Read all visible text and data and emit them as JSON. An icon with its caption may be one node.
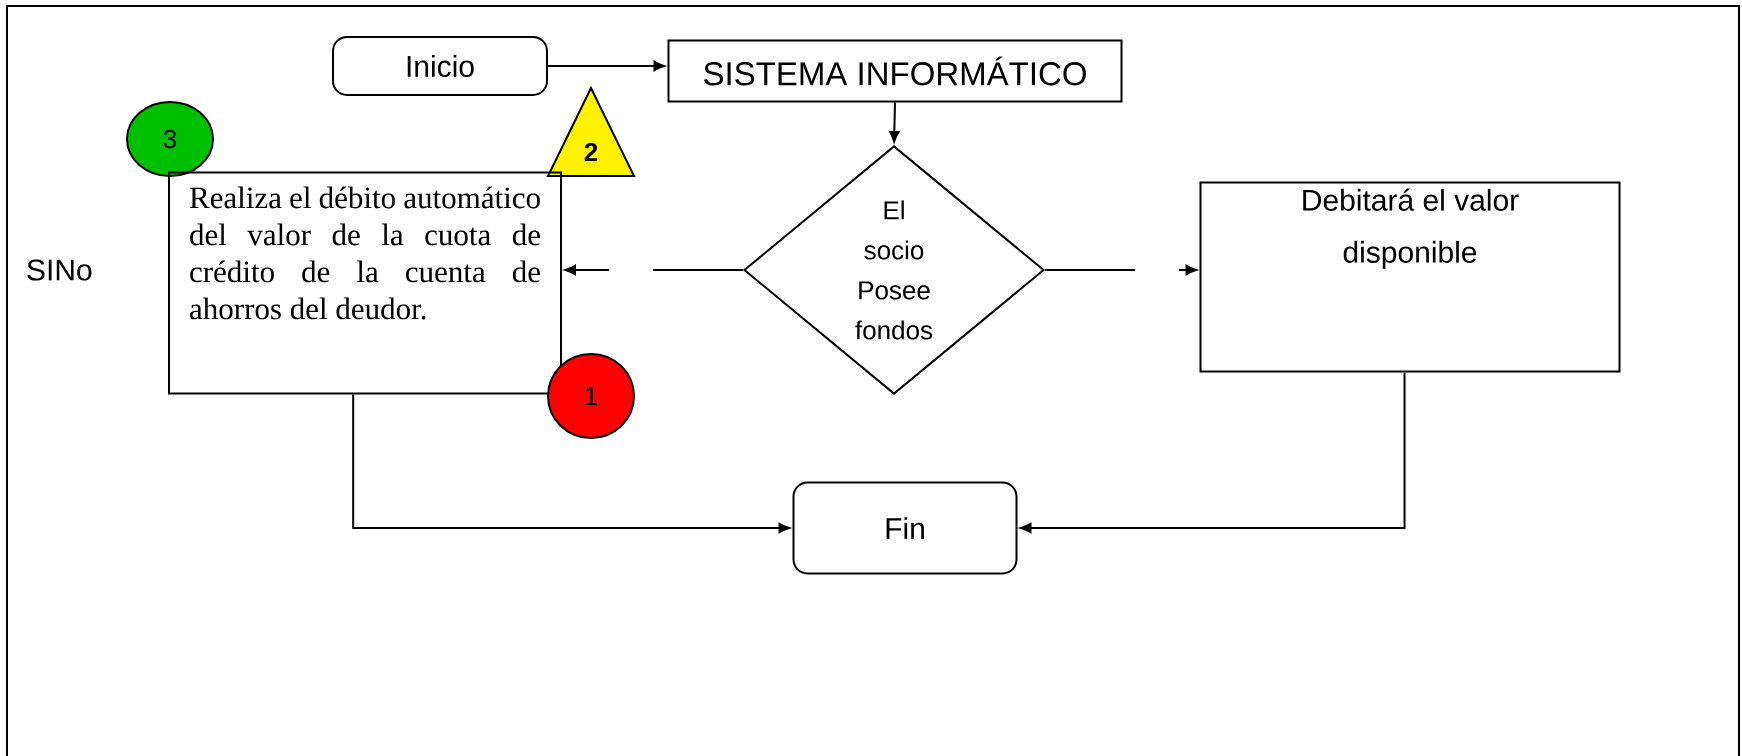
{
  "diagram": {
    "nodes": [
      {
        "text": [
          "Inicio"
        ]
      },
      {
        "text": [
          "SISTEMA INFORMÁTICO"
        ]
      },
      {
        "text": [
          "3"
        ]
      },
      {
        "text": [
          "2"
        ]
      },
      {
        "text": [
          "Realiza el débito automático del valor de la cuota de crédito de la cuenta de ahorros del deudor."
        ]
      },
      {
        "text": [
          "El socio Posee fondos"
        ]
      },
      {
        "text": [
          "Debitará el valor disponible"
        ]
      },
      {
        "text": [
          "1"
        ]
      },
      {
        "text": [
          "Fin"
        ]
      }
    ],
    "edges": [
      {
        "from": 0,
        "to": 1,
        "arrow": "to"
      },
      {
        "from": 1,
        "to": 5,
        "arrow": "to"
      },
      {
        "from": 5,
        "to": 4,
        "arrow": "to",
        "style": "dashed"
      },
      {
        "from": 5,
        "to": 6,
        "arrow": "to",
        "style": "dashed"
      },
      {
        "from": 4,
        "to": 8,
        "arrow": "to"
      },
      {
        "from": 6,
        "to": 8,
        "arrow": "to"
      }
    ],
    "labels": [
      "SINo"
    ]
  }
}
